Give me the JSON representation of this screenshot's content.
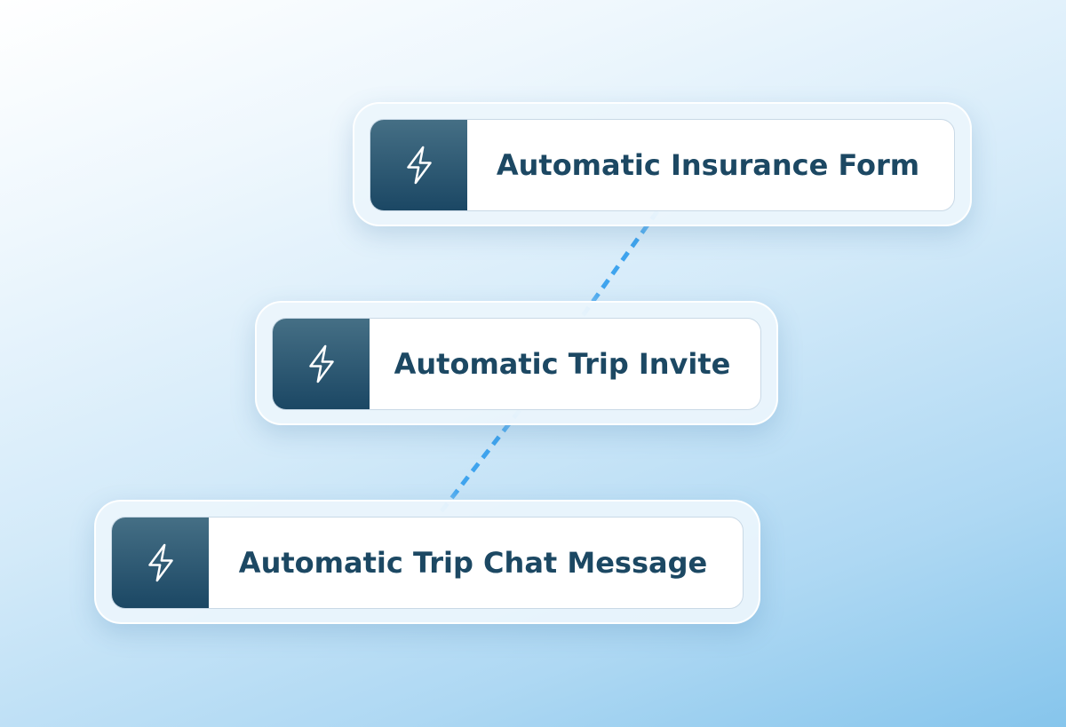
{
  "nodes": [
    {
      "label": "Automatic Insurance Form",
      "icon": "lightning-bolt-icon"
    },
    {
      "label": "Automatic Trip Invite",
      "icon": "lightning-bolt-icon"
    },
    {
      "label": "Automatic Trip Chat Message",
      "icon": "lightning-bolt-icon"
    }
  ],
  "edges": [
    {
      "from": 0,
      "to": 1,
      "style": "dashed"
    },
    {
      "from": 1,
      "to": 2,
      "style": "dashed"
    }
  ],
  "colors": {
    "icon_box_top": "#456f85",
    "icon_box_bottom": "#1b4764",
    "label_text": "#1c4863",
    "connector": "#3fa4ee",
    "connector_faded": "#a9d8f8"
  }
}
